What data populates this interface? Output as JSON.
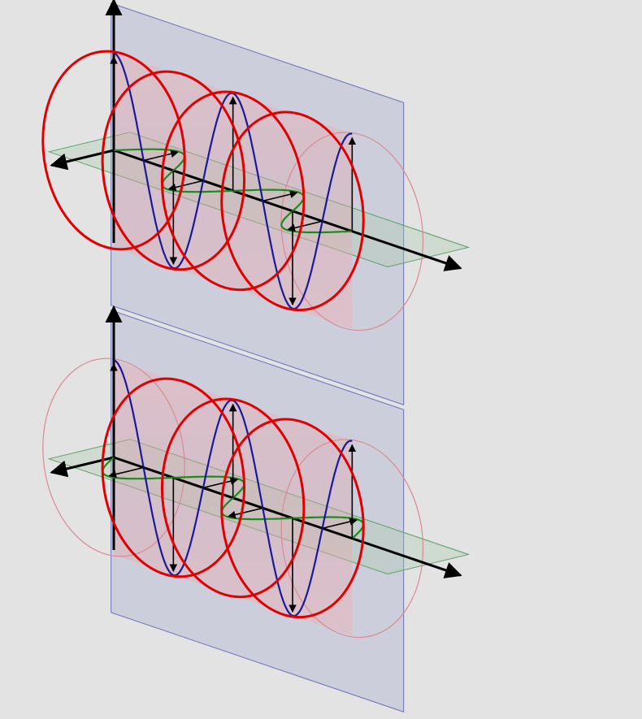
{
  "colors": {
    "background": "#e3e3e3",
    "vertical_plane": "#b9bfd6",
    "vertical_plane_edge": "#6b73b8",
    "horizontal_plane": "#a9c8ad",
    "horizontal_plane_edge": "#5f9f66",
    "cylinder": "#e8b0b8",
    "cylinder_edge": "#d98a92",
    "circle_thick": "#e00000",
    "vertical_wave": "#1a1a99",
    "horizontal_wave": "#1d8a1d",
    "axis": "#000000",
    "field_vector": "#000000"
  },
  "panels": [
    {
      "name": "top",
      "handedness": "right",
      "periods": 2,
      "start_phase_deg": 90,
      "thick_circles_at_period": [
        0,
        0.5,
        1,
        1.5
      ],
      "thin_circles_at_period": [
        0,
        2
      ]
    },
    {
      "name": "bottom",
      "handedness": "left",
      "periods": 2,
      "start_phase_deg": 90,
      "thick_circles_at_period": [
        0.5,
        1,
        1.5
      ],
      "thin_circles_at_period": [
        0,
        2
      ]
    }
  ],
  "icons": [
    "axis-arrow-icon",
    "field-vector-arrow-icon"
  ]
}
